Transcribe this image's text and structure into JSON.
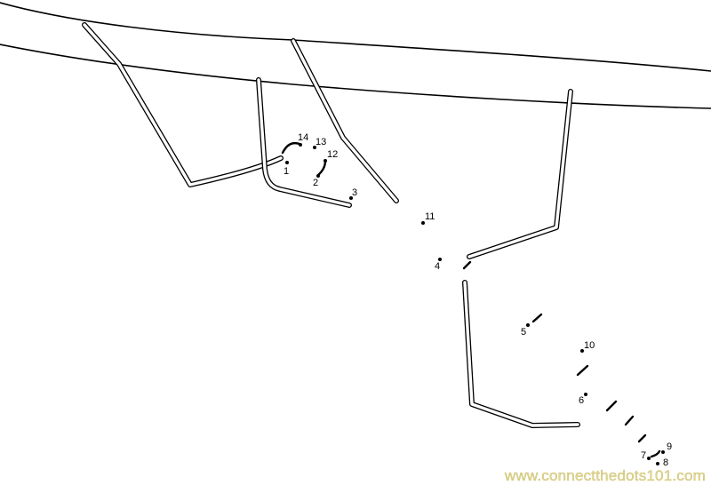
{
  "dots": [
    {
      "label": "1"
    },
    {
      "label": "2"
    },
    {
      "label": "3"
    },
    {
      "label": "4"
    },
    {
      "label": "5"
    },
    {
      "label": "6"
    },
    {
      "label": "7"
    },
    {
      "label": "8"
    },
    {
      "label": "9"
    },
    {
      "label": "10"
    },
    {
      "label": "11"
    },
    {
      "label": "12"
    },
    {
      "label": "13"
    },
    {
      "label": "14"
    }
  ],
  "watermark": "www.connectthedots101.com",
  "colors": {
    "line": "#000000",
    "watermark": "#e3d88f"
  }
}
